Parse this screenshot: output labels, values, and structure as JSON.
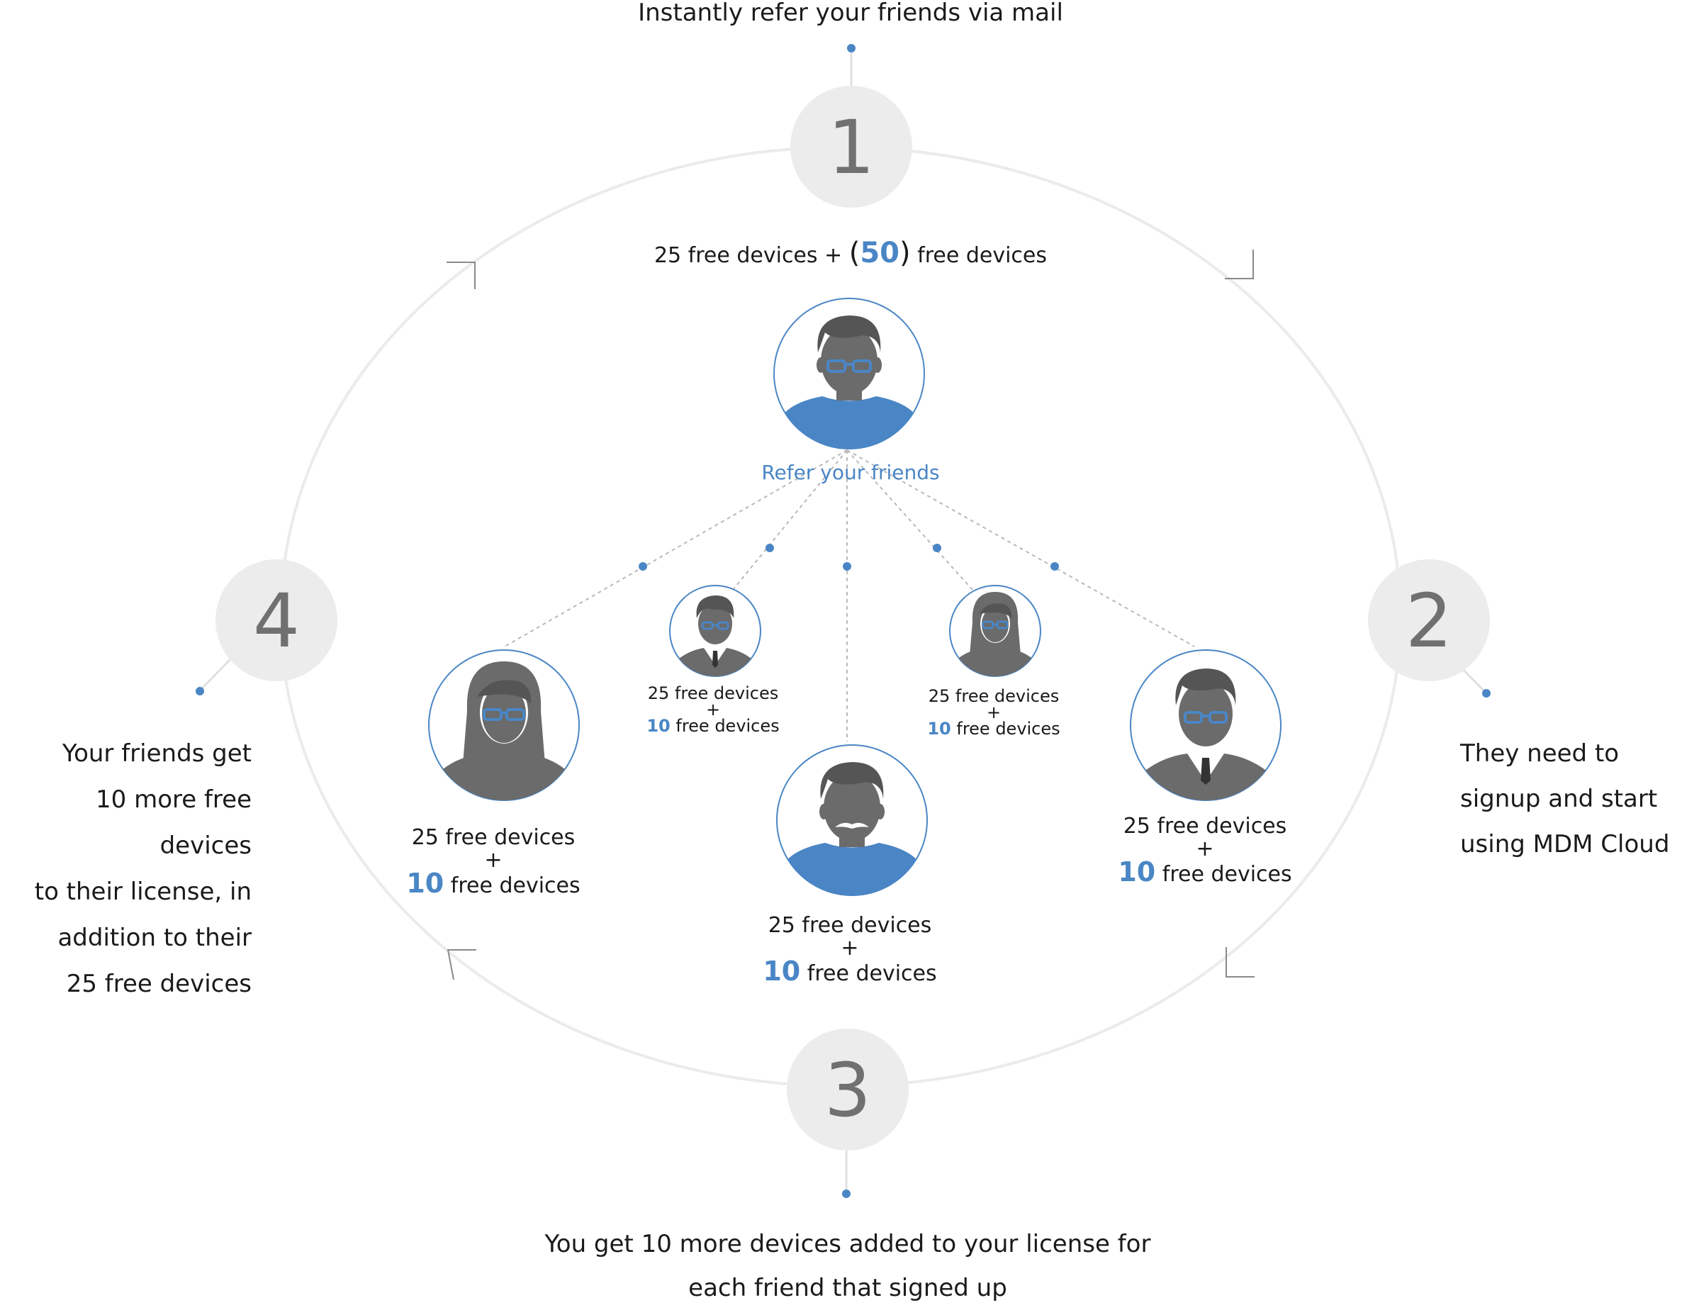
{
  "steps": [
    {
      "number": "1",
      "text_lines": [
        "Instantly refer your friends via mail"
      ]
    },
    {
      "number": "2",
      "text_lines": [
        "They need to",
        "signup and start",
        "using MDM Cloud"
      ]
    },
    {
      "number": "3",
      "text_lines": [
        "You get 10 more devices added to your license for",
        "each friend that signed up"
      ]
    },
    {
      "number": "4",
      "text_lines": [
        "Your friends get",
        "10 more free devices",
        "to their license, in",
        "addition to their",
        "25 free devices"
      ]
    }
  ],
  "center": {
    "base_text": "25 free devices + ",
    "open_paren": "(",
    "bonus_number": "50",
    "close_paren": ")",
    "bonus_text": " free devices",
    "refer_label": "Refer your friends"
  },
  "friend_label": {
    "line1": "25 free devices",
    "plus": "+",
    "bonus_number": "10",
    "bonus_text": " free devices"
  },
  "colors": {
    "accent": "#4a86c5",
    "circle_fill": "#ececec",
    "number_color": "#707070",
    "avatar_gray": "#6b6b6b",
    "ring": "#e8e8e8"
  },
  "icons": [
    "user-glasses-icon",
    "woman-glasses-icon",
    "man-suit-icon",
    "man-mustache-icon"
  ]
}
